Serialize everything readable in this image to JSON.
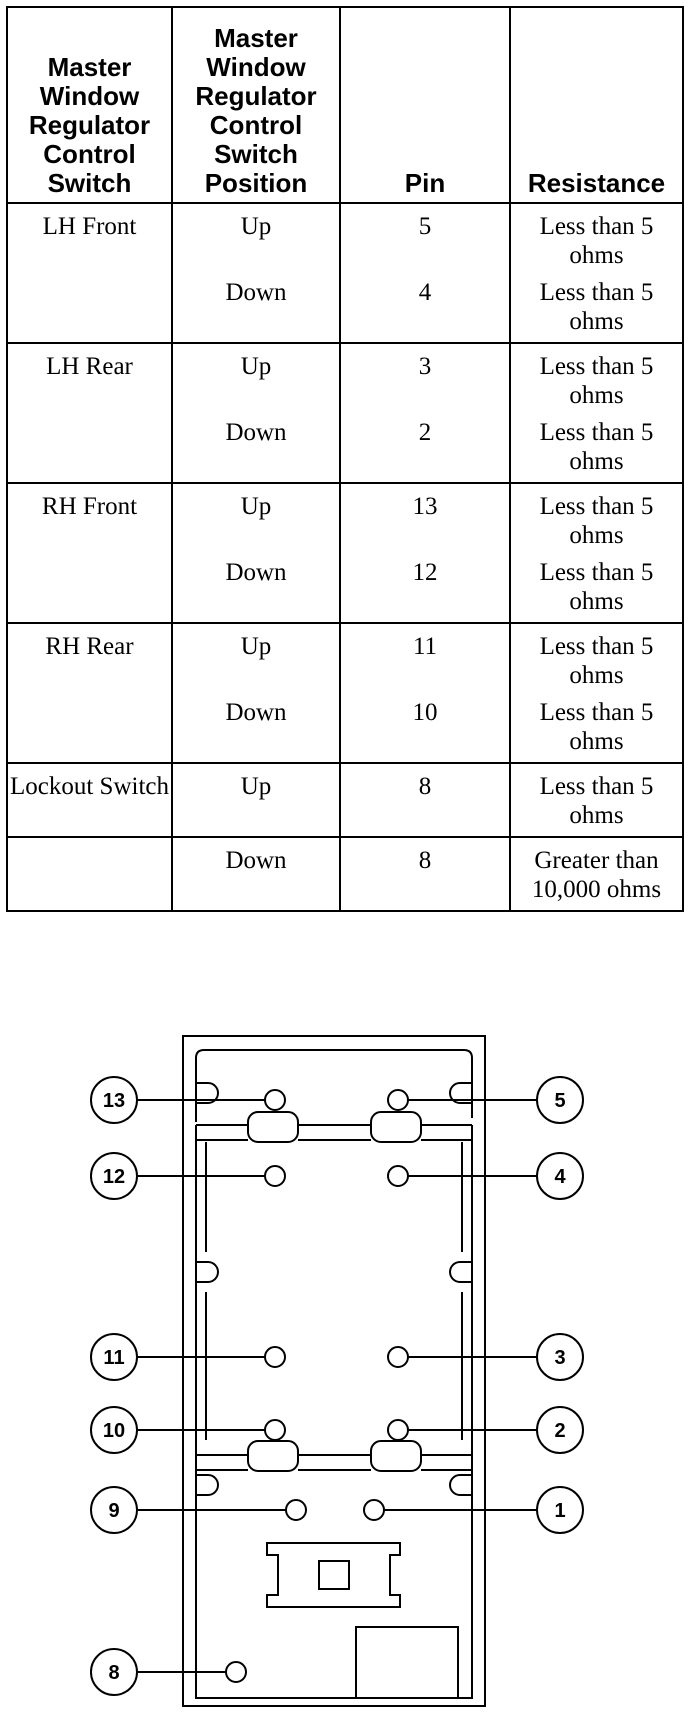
{
  "table": {
    "headers": [
      "Master Window Regulator Control Switch",
      "Master Window Regulator Control Switch Position",
      "Pin",
      "Resistance"
    ],
    "groups": [
      {
        "switch": "LH Front",
        "rows": [
          {
            "position": "Up",
            "pin": "5",
            "resistance": "Less than 5 ohms"
          },
          {
            "position": "Down",
            "pin": "4",
            "resistance": "Less than 5 ohms"
          }
        ]
      },
      {
        "switch": "LH Rear",
        "rows": [
          {
            "position": "Up",
            "pin": "3",
            "resistance": "Less than 5 ohms"
          },
          {
            "position": "Down",
            "pin": "2",
            "resistance": "Less than 5 ohms"
          }
        ]
      },
      {
        "switch": "RH Front",
        "rows": [
          {
            "position": "Up",
            "pin": "13",
            "resistance": "Less than 5 ohms"
          },
          {
            "position": "Down",
            "pin": "12",
            "resistance": "Less than 5 ohms"
          }
        ]
      },
      {
        "switch": "RH Rear",
        "rows": [
          {
            "position": "Up",
            "pin": "11",
            "resistance": "Less than 5 ohms"
          },
          {
            "position": "Down",
            "pin": "10",
            "resistance": "Less than 5 ohms"
          }
        ]
      },
      {
        "switch": "Lockout Switch",
        "rows": [
          {
            "position": "Up",
            "pin": "8",
            "resistance": "Less than 5 ohms"
          }
        ]
      },
      {
        "switch": "",
        "rows": [
          {
            "position": "Down",
            "pin": "8",
            "resistance": "Greater than 10,000 ohms"
          }
        ]
      }
    ]
  },
  "diagram": {
    "callouts": {
      "p13": "13",
      "p12": "12",
      "p11": "11",
      "p10": "10",
      "p9": "9",
      "p8": "8",
      "p5": "5",
      "p4": "4",
      "p3": "3",
      "p2": "2",
      "p1": "1"
    }
  }
}
